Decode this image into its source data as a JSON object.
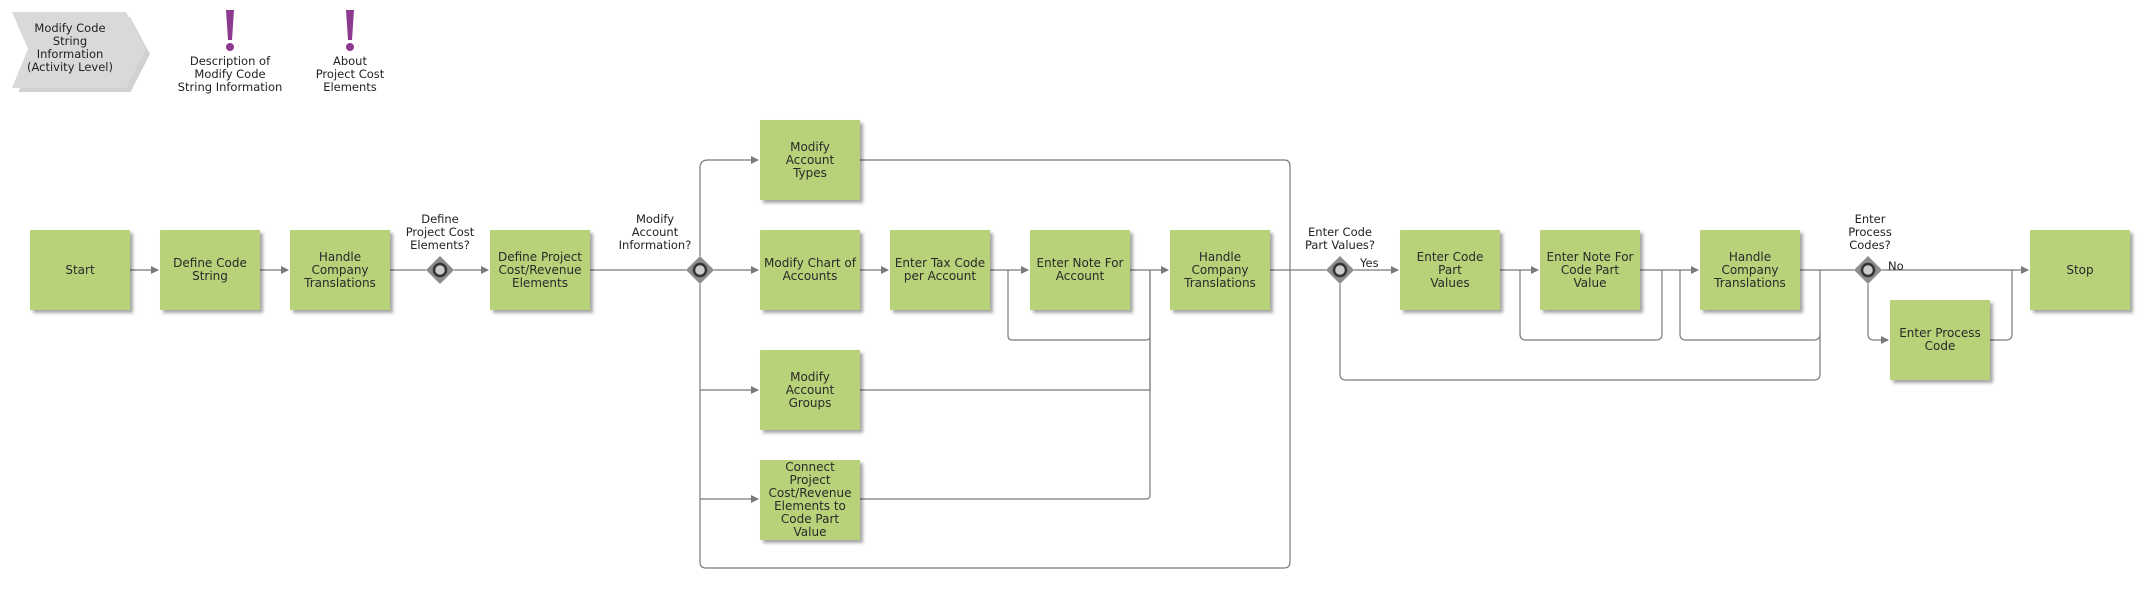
{
  "process": {
    "title": "Modify Code\nString\nInformation\n(Activity Level)"
  },
  "notes": [
    {
      "label": "Description of\nModify Code\nString Information",
      "icon": "exclamation-icon"
    },
    {
      "label": "About\nProject Cost\nElements",
      "icon": "exclamation-icon"
    }
  ],
  "nodes": {
    "start": "Start",
    "define_code_string": "Define Code\nString",
    "handle_company_translations_1": "Handle\nCompany\nTranslations",
    "define_project_cost": "Define Project\nCost/Revenue\nElements",
    "modify_account_types": "Modify Account\nTypes",
    "modify_chart_of_accounts": "Modify Chart of\nAccounts",
    "enter_tax_code": "Enter Tax Code\nper Account",
    "enter_note_account": "Enter Note For\nAccount",
    "handle_company_translations_2": "Handle\nCompany\nTranslations",
    "modify_account_groups": "Modify Account\nGroups",
    "connect_project_cost": "Connect Project\nCost/Revenue\nElements to\nCode Part\nValue",
    "enter_code_part_values": "Enter Code Part\nValues",
    "enter_note_code_part": "Enter Note For\nCode Part Value",
    "handle_company_translations_3": "Handle\nCompany\nTranslations",
    "enter_process_code": "Enter Process\nCode",
    "stop": "Stop"
  },
  "gateways": {
    "g1": "Define\nProject Cost\nElements?",
    "g2": "Modify\nAccount\nInformation?",
    "g3": "Enter Code\nPart Values?",
    "g4": "Enter\nProcess\nCodes?"
  },
  "flow_labels": {
    "yes": "Yes",
    "no": "No"
  },
  "colors": {
    "activity_fill": "#b8d27a",
    "line": "#7a7a7a",
    "gateway_fill": "#8c8c8c",
    "note_icon": "#8b3a8f",
    "banner_fill": "#d9d9d9"
  }
}
